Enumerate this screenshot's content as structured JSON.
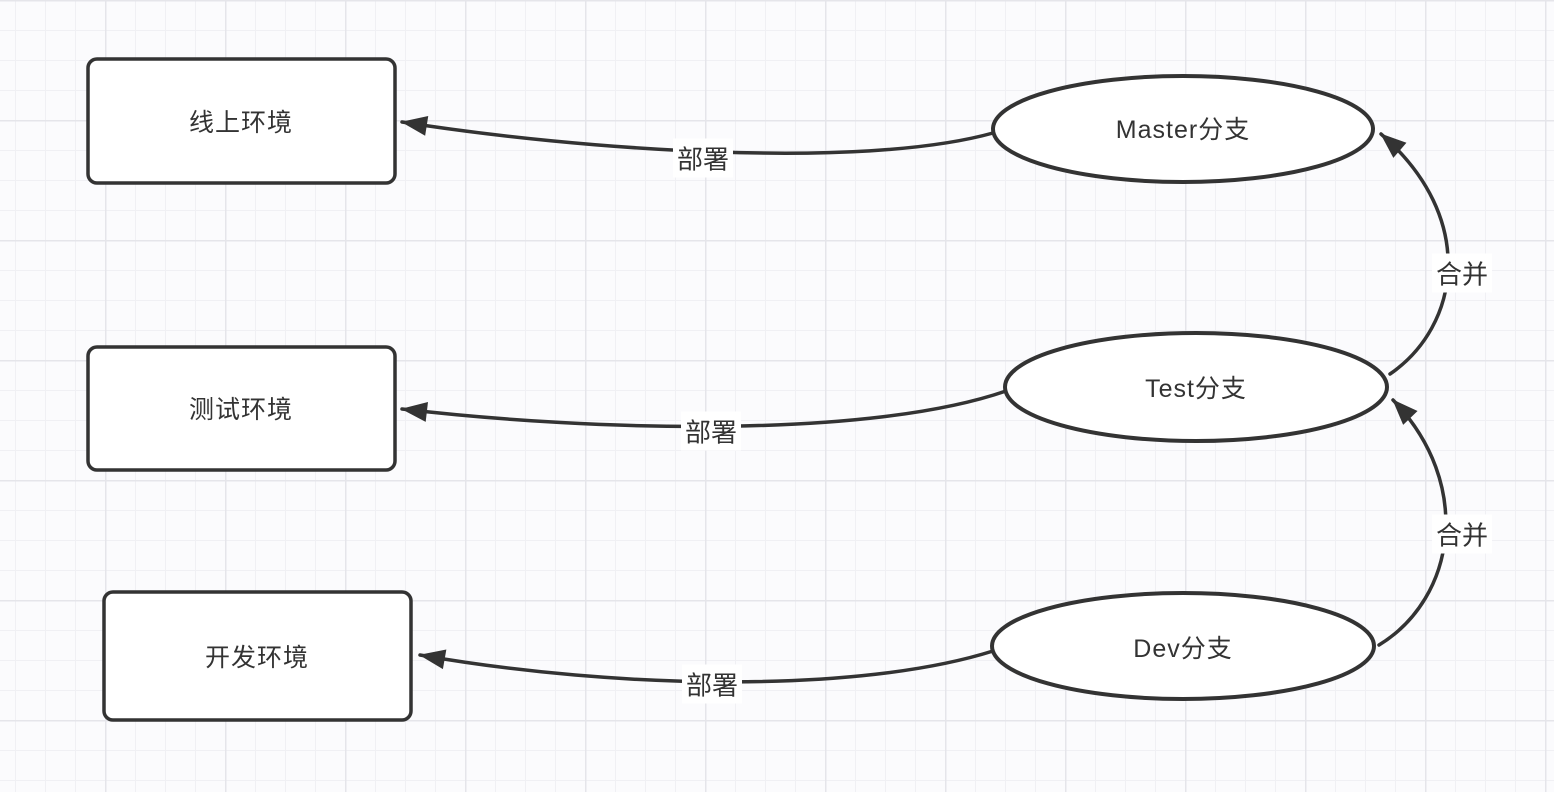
{
  "canvas": {
    "background": "#fbfbfd",
    "grid_minor_color": "#f0f0f4",
    "grid_major_color": "#e5e5ea",
    "stroke_color": "#333333",
    "shape_fill": "#ffffff",
    "text_color": "#333333"
  },
  "nodes": {
    "online_env": {
      "label": "线上环境",
      "shape": "rectangle"
    },
    "test_env": {
      "label": "测试环境",
      "shape": "rectangle"
    },
    "dev_env": {
      "label": "开发环境",
      "shape": "rectangle"
    },
    "master_branch": {
      "label": "Master分支",
      "shape": "ellipse"
    },
    "test_branch": {
      "label": "Test分支",
      "shape": "ellipse"
    },
    "dev_branch": {
      "label": "Dev分支",
      "shape": "ellipse"
    }
  },
  "edges": [
    {
      "from": "Master分支",
      "to": "线上环境",
      "label": "部署"
    },
    {
      "from": "Test分支",
      "to": "测试环境",
      "label": "部署"
    },
    {
      "from": "Dev分支",
      "to": "开发环境",
      "label": "部署"
    },
    {
      "from": "Test分支",
      "to": "Master分支",
      "label": "合并"
    },
    {
      "from": "Dev分支",
      "to": "Test分支",
      "label": "合并"
    }
  ]
}
